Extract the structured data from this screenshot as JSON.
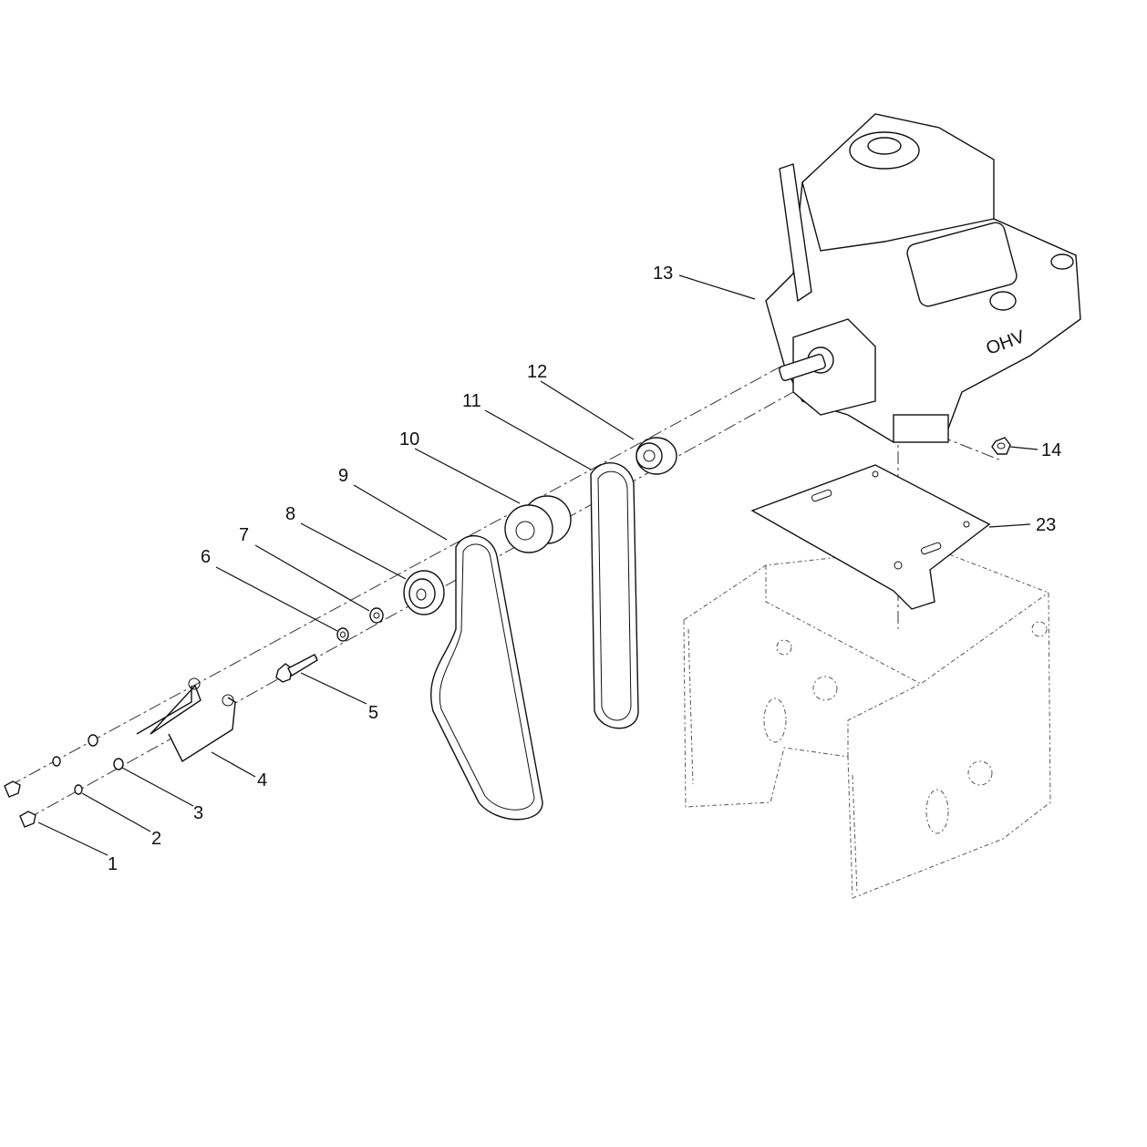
{
  "callouts": [
    {
      "id": "1",
      "label": "1"
    },
    {
      "id": "2",
      "label": "2"
    },
    {
      "id": "3",
      "label": "3"
    },
    {
      "id": "4",
      "label": "4"
    },
    {
      "id": "5",
      "label": "5"
    },
    {
      "id": "6",
      "label": "6"
    },
    {
      "id": "7",
      "label": "7"
    },
    {
      "id": "8",
      "label": "8"
    },
    {
      "id": "9",
      "label": "9"
    },
    {
      "id": "10",
      "label": "10"
    },
    {
      "id": "11",
      "label": "11"
    },
    {
      "id": "12",
      "label": "12"
    },
    {
      "id": "13",
      "label": "13"
    },
    {
      "id": "14",
      "label": "14"
    },
    {
      "id": "23",
      "label": "23"
    }
  ],
  "engine_badge": "OHV"
}
